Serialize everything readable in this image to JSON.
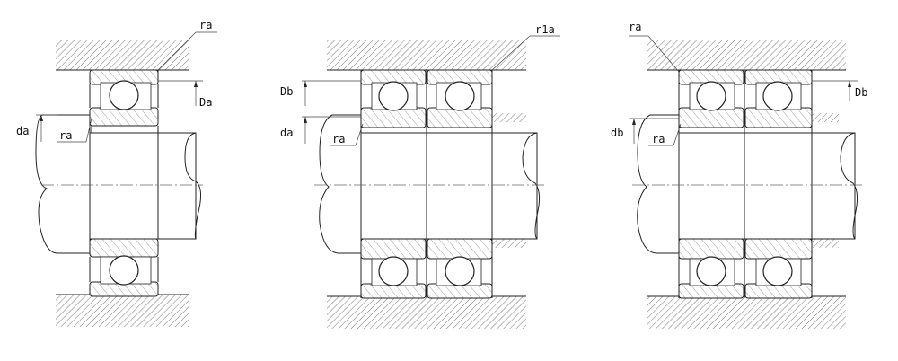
{
  "figures": [
    {
      "id": "single",
      "labels": {
        "corner_radius_top": "ra",
        "housing_dia": "Da",
        "shaft_dia": "da",
        "corner_radius_shaft": "ra"
      }
    },
    {
      "id": "pair-face-to-face",
      "labels": {
        "corner_radius_top": "r1a",
        "housing_dia": "Db",
        "shaft_dia": "da",
        "corner_radius_shaft": "ra"
      }
    },
    {
      "id": "pair-back-to-back",
      "labels": {
        "corner_radius_top": "ra",
        "housing_dia": "Db",
        "shaft_dia": "db",
        "corner_radius_shaft": "ra"
      }
    }
  ]
}
